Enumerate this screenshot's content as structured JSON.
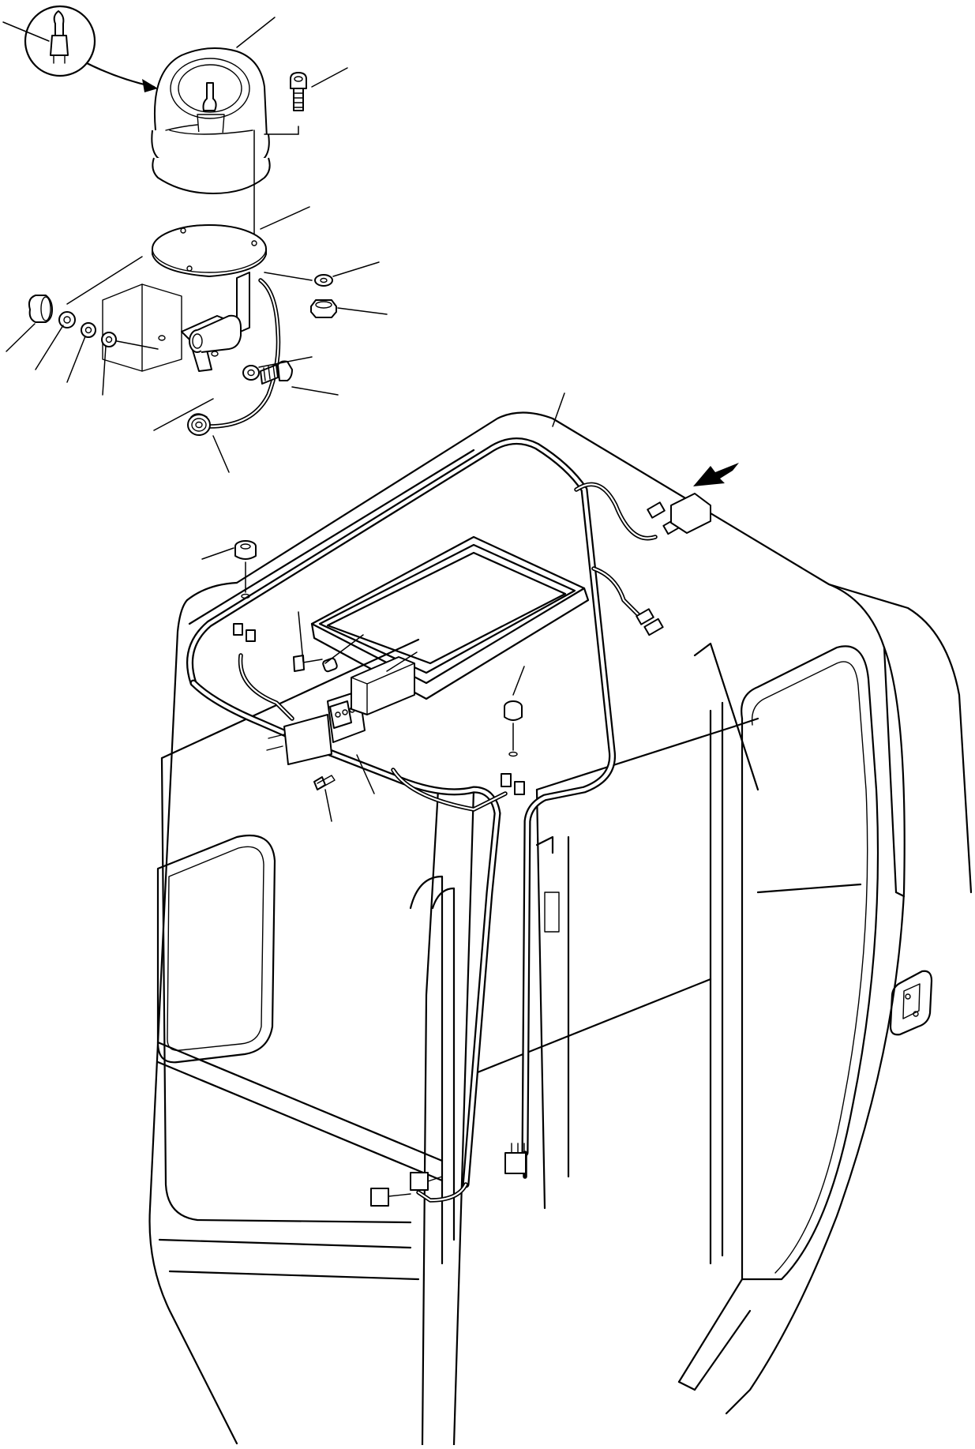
{
  "figure": {
    "parts": [
      {
        "id": "bulb",
        "icon": "bulb-icon"
      },
      {
        "id": "rotating-beacon",
        "icon": "beacon-icon"
      },
      {
        "id": "cap-screw",
        "icon": "screw-icon"
      },
      {
        "id": "mounting-plate",
        "icon": "plate-icon"
      },
      {
        "id": "washer",
        "icon": "washer-icon"
      },
      {
        "id": "nut",
        "icon": "nut-icon"
      },
      {
        "id": "bracket",
        "icon": "bracket-icon"
      },
      {
        "id": "grommet",
        "icon": "grommet-icon"
      },
      {
        "id": "wiring-harness",
        "icon": "harness-icon"
      },
      {
        "id": "cab",
        "icon": "cab-icon"
      },
      {
        "id": "fuse-box",
        "icon": "fuse-icon"
      },
      {
        "id": "direction-arrow",
        "icon": "arrow-icon"
      }
    ]
  }
}
